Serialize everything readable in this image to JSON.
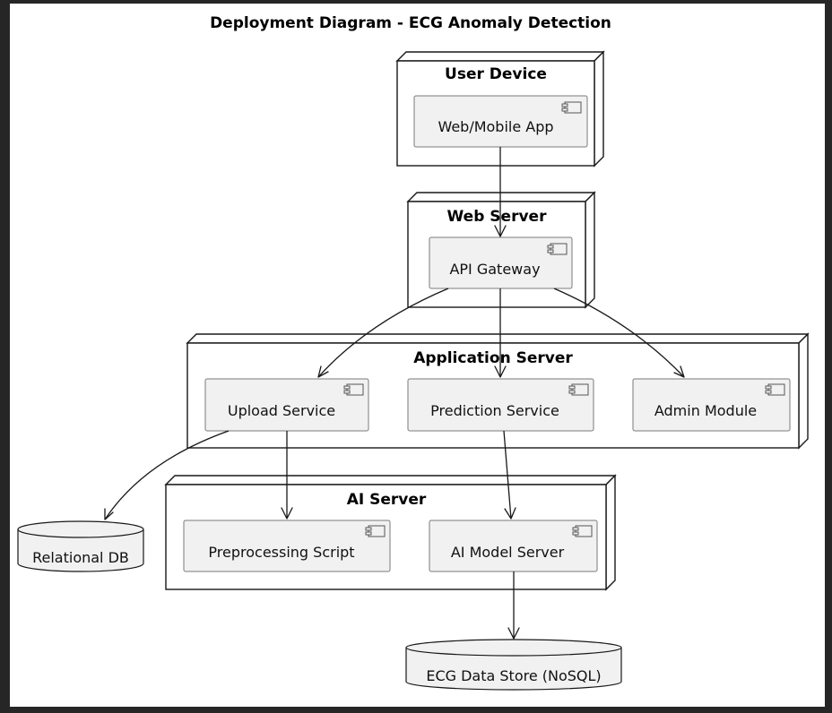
{
  "title": "Deployment Diagram - ECG Anomaly Detection",
  "nodes": {
    "user_device": {
      "name": "User Device",
      "components": {
        "web_app": "Web/Mobile App"
      }
    },
    "web_server": {
      "name": "Web Server",
      "components": {
        "api_gateway": "API Gateway"
      }
    },
    "application_server": {
      "name": "Application Server",
      "components": {
        "upload_service": "Upload Service",
        "prediction_service": "Prediction Service",
        "admin_module": "Admin Module"
      }
    },
    "ai_server": {
      "name": "AI Server",
      "components": {
        "preprocessing_script": "Preprocessing Script",
        "ai_model_server": "AI Model Server"
      }
    }
  },
  "databases": {
    "relational_db": "Relational DB",
    "ecg_data_store": "ECG Data Store (NoSQL)"
  },
  "connections": [
    {
      "from": "Web/Mobile App",
      "to": "API Gateway"
    },
    {
      "from": "API Gateway",
      "to": "Upload Service"
    },
    {
      "from": "API Gateway",
      "to": "Prediction Service"
    },
    {
      "from": "API Gateway",
      "to": "Admin Module"
    },
    {
      "from": "Upload Service",
      "to": "Relational DB"
    },
    {
      "from": "Upload Service",
      "to": "Preprocessing Script"
    },
    {
      "from": "Prediction Service",
      "to": "AI Model Server"
    },
    {
      "from": "AI Model Server",
      "to": "ECG Data Store (NoSQL)"
    }
  ],
  "colors": {
    "component_fill": "#f1f1f1",
    "outline": "#181818",
    "frame_background": "#262626"
  },
  "icons": {
    "component": "uml-component-icon",
    "database": "database-cylinder-icon"
  }
}
